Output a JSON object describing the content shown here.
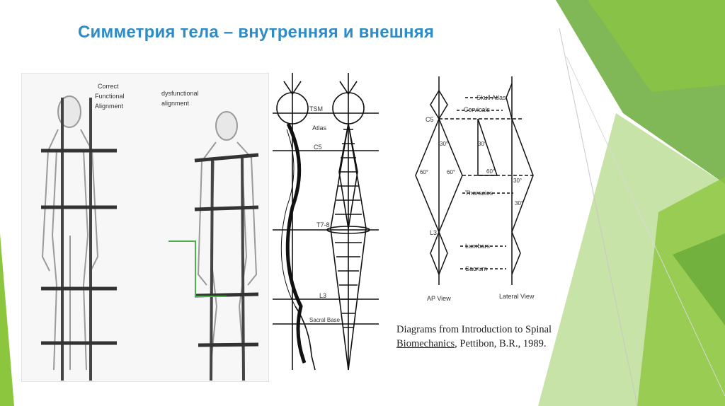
{
  "slide": {
    "title": "Симметрия тела – внутренняя и внешняя",
    "accent_color": "#2e8bc6",
    "decor_colors": [
      "#6aaa3a",
      "#8cc63f",
      "#b5d98a",
      "#d9ecc4"
    ]
  },
  "figure_left": {
    "label_normal_line1": "Correct",
    "label_normal_line2": "Functional",
    "label_normal_line3": "Alignment",
    "label_dys_line1": "dysfunctional",
    "label_dys_line2": "alignment"
  },
  "spine_diagram": {
    "labels": [
      "TSM",
      "Atlas",
      "C5",
      "T7-8",
      "L3",
      "Sacral Base"
    ]
  },
  "geometric_diagram": {
    "labels_center": [
      "Skull Atlas",
      "Cervicals",
      "Thoracics",
      "Lumbars",
      "Sacrum"
    ],
    "labels_left": [
      "C5",
      "L3"
    ],
    "angles": [
      "30°",
      "60°",
      "60°",
      "30°",
      "60°",
      "30°",
      "30°"
    ],
    "view_labels": [
      "AP View",
      "Lateral View"
    ]
  },
  "caption": {
    "line1": "Diagrams from Introduction to Spinal",
    "line2_underlined": "Biomechanics",
    "line2_rest": ", Pettibon, B.R., 1989."
  }
}
